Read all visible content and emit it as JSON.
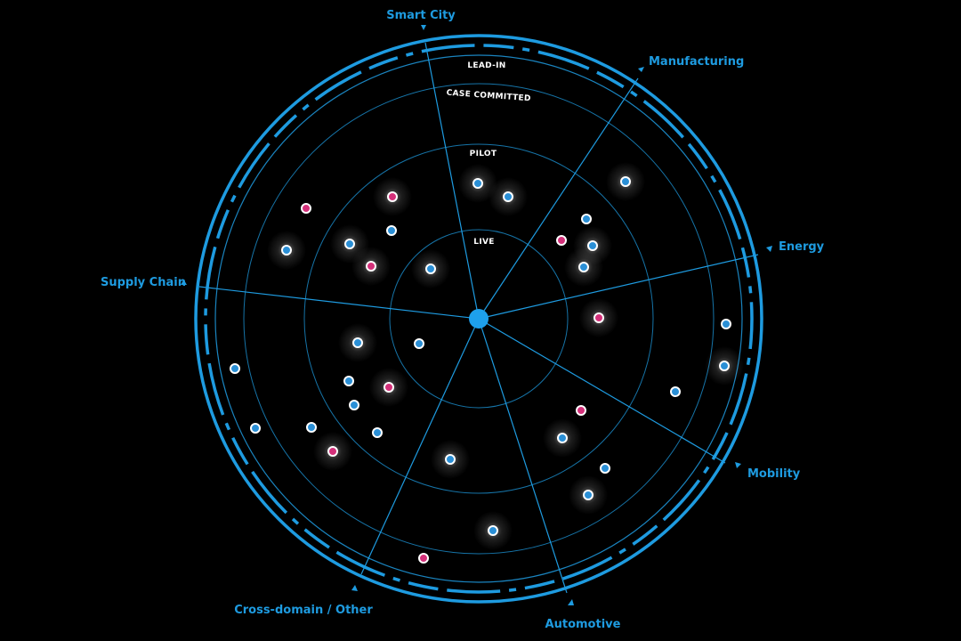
{
  "colors": {
    "background": "#000000",
    "accent": "#1e9be0",
    "dot_blue": "#2a8fd6",
    "dot_pink": "#d4307a"
  },
  "rings": [
    {
      "id": "live",
      "label": "LIVE"
    },
    {
      "id": "pilot",
      "label": "PILOT"
    },
    {
      "id": "case-committed",
      "label": "CASE COMMITTED"
    },
    {
      "id": "lead-in",
      "label": "LEAD-IN"
    }
  ],
  "sectors": [
    {
      "id": "smart-city",
      "label": "Smart City"
    },
    {
      "id": "manufacturing",
      "label": "Manufacturing"
    },
    {
      "id": "energy",
      "label": "Energy"
    },
    {
      "id": "mobility",
      "label": "Mobility"
    },
    {
      "id": "automotive",
      "label": "Automotive"
    },
    {
      "id": "cross-domain",
      "label": "Cross-domain / Other"
    },
    {
      "id": "supply-chain",
      "label": "Supply Chain"
    }
  ],
  "blips": [
    {
      "sector": "smart-city",
      "ring": "pilot",
      "color": "blue"
    },
    {
      "sector": "smart-city",
      "ring": "pilot",
      "color": "blue"
    },
    {
      "sector": "manufacturing",
      "ring": "case-committed",
      "color": "blue"
    },
    {
      "sector": "manufacturing",
      "ring": "pilot",
      "color": "blue"
    },
    {
      "sector": "manufacturing",
      "ring": "pilot",
      "color": "pink"
    },
    {
      "sector": "manufacturing",
      "ring": "pilot",
      "color": "blue"
    },
    {
      "sector": "manufacturing",
      "ring": "pilot",
      "color": "blue"
    },
    {
      "sector": "energy",
      "ring": "pilot",
      "color": "pink"
    },
    {
      "sector": "energy",
      "ring": "case-committed",
      "color": "blue"
    },
    {
      "sector": "energy",
      "ring": "case-committed",
      "color": "blue"
    },
    {
      "sector": "mobility",
      "ring": "case-committed",
      "color": "blue"
    },
    {
      "sector": "automotive",
      "ring": "pilot",
      "color": "pink"
    },
    {
      "sector": "automotive",
      "ring": "pilot",
      "color": "blue"
    },
    {
      "sector": "automotive",
      "ring": "case-committed",
      "color": "blue"
    },
    {
      "sector": "automotive",
      "ring": "case-committed",
      "color": "blue"
    },
    {
      "sector": "cross-domain",
      "ring": "pilot",
      "color": "blue"
    },
    {
      "sector": "cross-domain",
      "ring": "case-committed",
      "color": "blue"
    },
    {
      "sector": "cross-domain",
      "ring": "lead-in",
      "color": "pink"
    },
    {
      "sector": "supply-chain",
      "ring": "live",
      "color": "blue"
    },
    {
      "sector": "supply-chain",
      "ring": "pilot",
      "color": "blue"
    },
    {
      "sector": "supply-chain",
      "ring": "pilot",
      "color": "blue"
    },
    {
      "sector": "supply-chain",
      "ring": "pilot",
      "color": "pink"
    },
    {
      "sector": "supply-chain",
      "ring": "pilot",
      "color": "blue"
    },
    {
      "sector": "supply-chain",
      "ring": "case-committed",
      "color": "pink"
    },
    {
      "sector": "supply-chain",
      "ring": "case-committed",
      "color": "blue"
    },
    {
      "sector": "smart-city",
      "ring": "pilot",
      "color": "pink"
    },
    {
      "sector": "smart-city",
      "ring": "pilot",
      "color": "blue"
    },
    {
      "sector": "smart-city",
      "ring": "pilot",
      "color": "blue"
    },
    {
      "sector": "smart-city",
      "ring": "live",
      "color": "blue"
    },
    {
      "sector": "smart-city",
      "ring": "case-committed",
      "color": "pink"
    },
    {
      "sector": "smart-city",
      "ring": "case-committed",
      "color": "blue"
    },
    {
      "sector": "supply-chain",
      "ring": "lead-in",
      "color": "blue"
    },
    {
      "sector": "supply-chain",
      "ring": "lead-in",
      "color": "pink"
    },
    {
      "sector": "supply-chain",
      "ring": "case-committed",
      "color": "blue"
    },
    {
      "sector": "cross-domain",
      "ring": "pilot",
      "color": "blue"
    }
  ]
}
